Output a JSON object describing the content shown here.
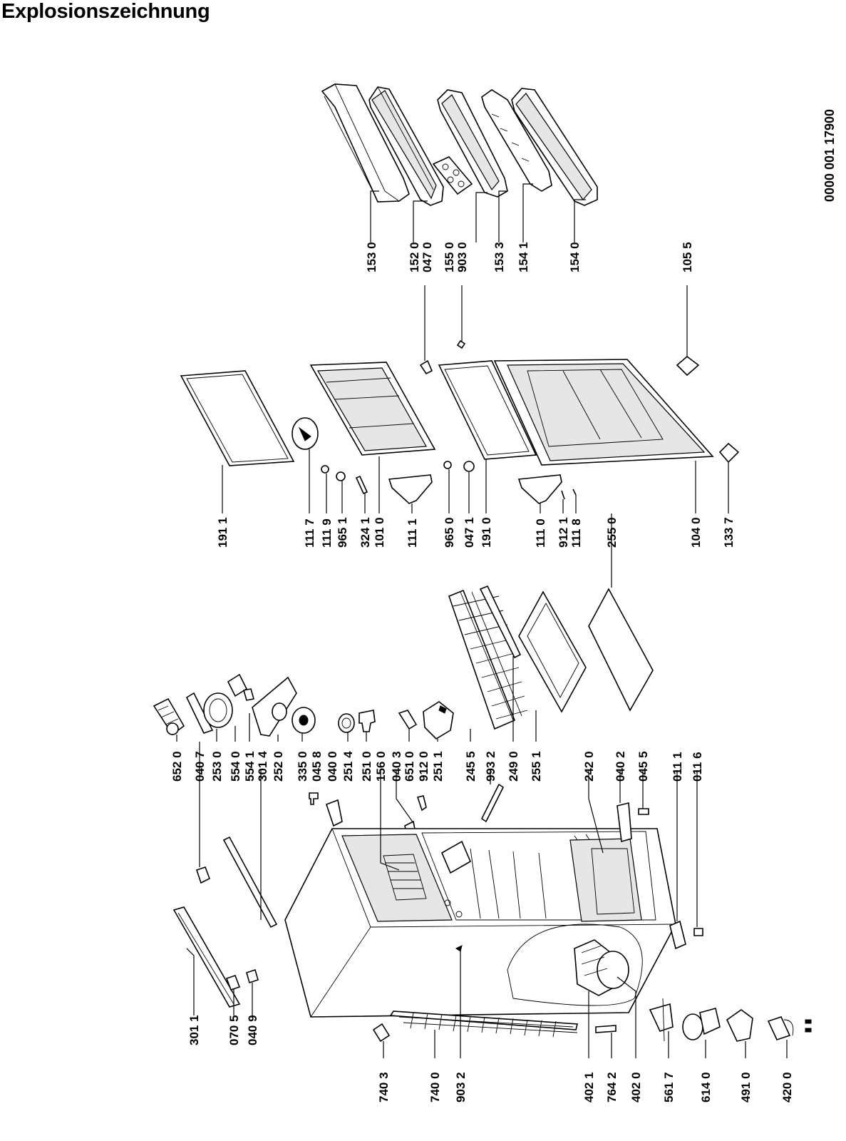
{
  "title": "Explosionszeichnung",
  "doc_number": "0000 001 17900",
  "part_numbers": [
    "153 0",
    "152 0",
    "047 0",
    "155 0",
    "903 0",
    "153 3",
    "154 1",
    "154 0",
    "105 5",
    "191 1",
    "111 7",
    "111 9",
    "965 1",
    "324 1",
    "101 0",
    "111 1",
    "965 0",
    "047 1",
    "191 0",
    "111 0",
    "912 1",
    "111 8",
    "255 0",
    "104 0",
    "133 7",
    "652 0",
    "040 7",
    "253 0",
    "554 0",
    "554 1",
    "301 4",
    "252 0",
    "335 0",
    "045 8",
    "040 0",
    "251 4",
    "251 0",
    "156 0",
    "040 3",
    "651 0",
    "912 0",
    "251 1",
    "245 5",
    "993 2",
    "249 0",
    "255 1",
    "242 0",
    "040 2",
    "045 5",
    "011 1",
    "011 6",
    "301 1",
    "070 5",
    "040 9",
    "740 3",
    "740 0",
    "903 2",
    "402 1",
    "764 2",
    "402 0",
    "561 7",
    "614 0",
    "491 0",
    "420 0"
  ]
}
